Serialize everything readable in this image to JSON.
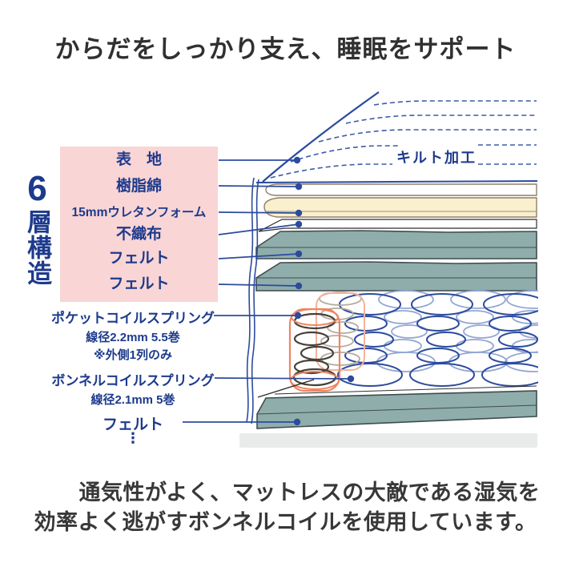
{
  "title": "からだをしっかり支え、睡眠をサポート",
  "left_label": {
    "number": "6",
    "text": "層構造"
  },
  "layers": {
    "items": [
      "表　地",
      "樹脂綿",
      "15mmウレタンフォーム",
      "不織布",
      "フェルト",
      "フェルト"
    ]
  },
  "spring_labels": {
    "pocket_name": "ポケットコイルスプリング",
    "pocket_spec": "線径2.2mm 5.5巻",
    "pocket_note": "※外側1列のみ",
    "bonnell_name": "ボンネルコイルスプリング",
    "bonnell_spec": "線径2.1mm 5巻",
    "felt": "フェルト",
    "ellipsis": "⋮"
  },
  "diagram": {
    "quilt_label": "キルト加工"
  },
  "footer": {
    "line1": "通気性がよく、マットレスの大敵である湿気を",
    "line2": "効率よく逃がすボンネルコイルを使用しています。"
  },
  "colors": {
    "navy": "#1d3a8c",
    "line_blue": "#2c4b9e",
    "coil_blue_light": "#93a7d4",
    "pink_box": "#f9d5d5",
    "cream_layer": "#faf0cd",
    "teal_layer": "#8fadab",
    "pocket_orange": "#ee8560",
    "base_gray": "#e9ebeb",
    "text_dark": "#333333"
  }
}
